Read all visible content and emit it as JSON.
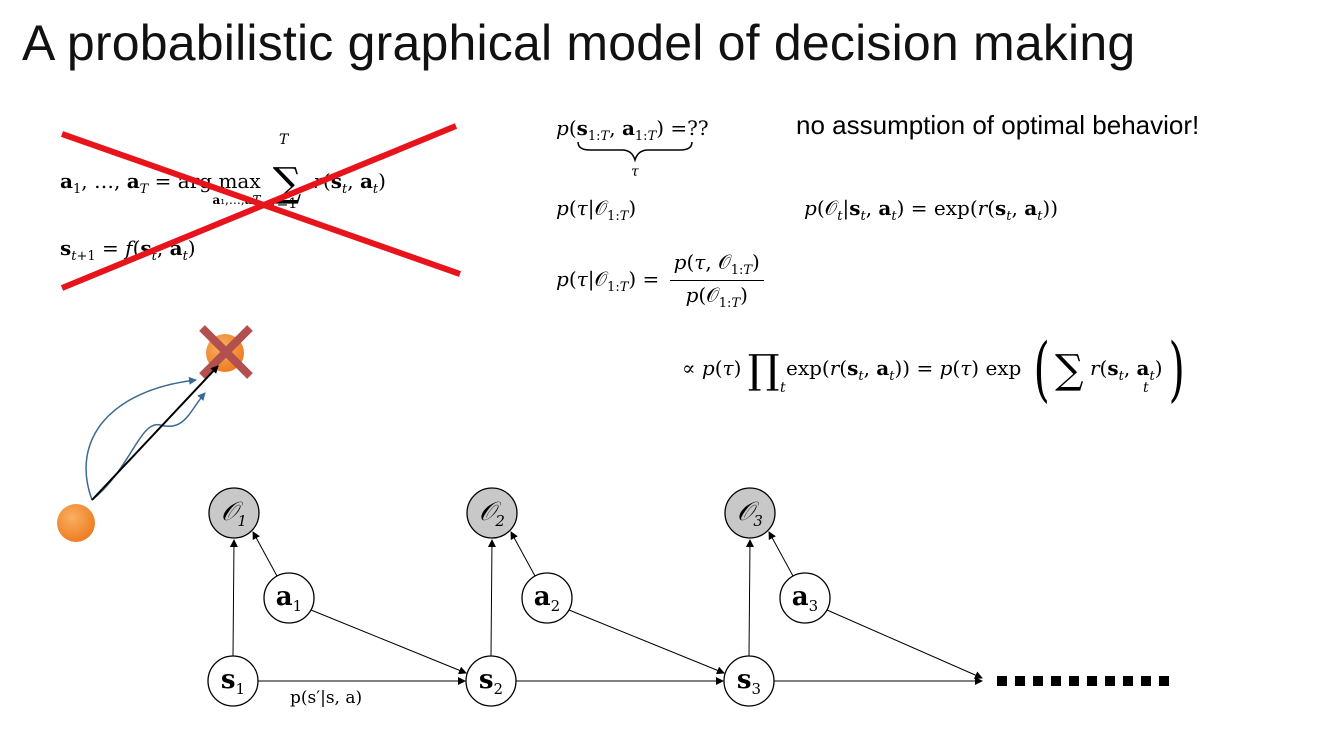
{
  "title": "A probabilistic graphical model of decision making",
  "note": "no assumption of optimal behavior!",
  "crossed_out": {
    "argmax_lhs": "a",
    "argmax_op": "= arg",
    "argmax_max": "max",
    "argmax_under": "a₁,…,a_T",
    "argmax_sum_top": "T",
    "argmax_sum_bottom": "t=1",
    "argmax_rhs": "r(s_t, a_t)",
    "dynamics": "s_{t+1} = f(s_t, a_t)"
  },
  "equations": {
    "eq1_underbrace_label": "τ",
    "eq1_rhs": "=??",
    "eq2": "p(τ|𝒪_{1:T})",
    "eq3": "p(𝒪_t|s_t, a_t) = exp(r(s_t, a_t))",
    "eq4_lhs": "p(τ|𝒪_{1:T}) =",
    "eq4_num": "p(τ, 𝒪_{1:T})",
    "eq4_den": "p(𝒪_{1:T})",
    "eq5_under_prod": "t",
    "eq5_under_sum": "t"
  },
  "nodes": {
    "observations": [
      {
        "label": "𝒪",
        "sub": "1"
      },
      {
        "label": "𝒪",
        "sub": "2"
      },
      {
        "label": "𝒪",
        "sub": "3"
      }
    ],
    "actions": [
      {
        "label": "a",
        "sub": "1"
      },
      {
        "label": "a",
        "sub": "2"
      },
      {
        "label": "a",
        "sub": "3"
      }
    ],
    "states": [
      {
        "label": "s",
        "sub": "1"
      },
      {
        "label": "s",
        "sub": "2"
      },
      {
        "label": "s",
        "sub": "3"
      }
    ]
  },
  "transition_label": "p(s′|s, a)",
  "colors": {
    "cross_red": "#e8141b",
    "target_cross": "#b24f4f",
    "orange_ball": "#f28a2e",
    "observed_fill": "#c8c8c8",
    "path_blue": "#3a6a93"
  }
}
